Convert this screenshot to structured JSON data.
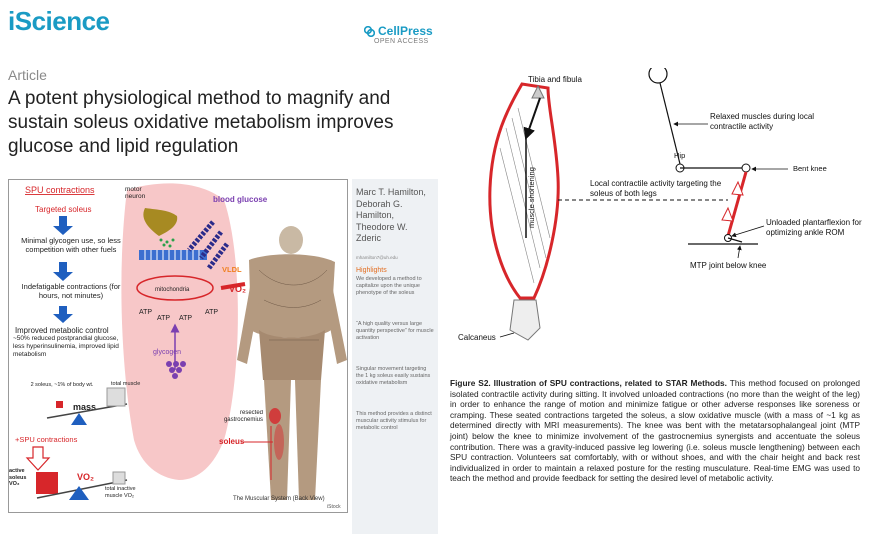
{
  "header": {
    "journal": "iScience",
    "publisher": "CellPress",
    "publisher_sub": "OPEN ACCESS",
    "article_type": "Article",
    "title": "A potent physiological method to magnify and sustain soleus oxidative metabolism improves glucose and lipid regulation"
  },
  "graphical_abstract": {
    "spu_title": "SPU contractions",
    "targeted": "Targeted soleus",
    "point1": "Minimal glycogen use, so less competition with other fuels",
    "point2": "Indefatigable contractions (for hours, not minutes)",
    "point3": "Improved metabolic control",
    "point3_detail": "~50% reduced postprandial glucose, less hyperinsulinemia, improved lipid metabolism",
    "soleus_mass": "2 soleus, ~1% of body wt.",
    "mass_label": "mass",
    "total_muscle": "total muscle",
    "spu_plus": "+SPU contractions",
    "active_soleus": "active soleus VO₂",
    "vo2_big": "VO₂",
    "total_inactive": "total inactive muscle VO₂",
    "motor_neuron": "motor neuron",
    "blood_glucose": "blood glucose",
    "vldl": "VLDL",
    "vo2_mito": "VO₂",
    "mitochondria": "mitochondria",
    "atp": "ATP",
    "glycogen": "glycogen",
    "resected": "resected gastrocnemius",
    "soleus": "soleus",
    "muscular_system": "The Muscular System (Back View)",
    "istock": "iStock",
    "colors": {
      "red": "#d7262a",
      "blue": "#1f5fbf",
      "muscle_pink": "#f7c7c8",
      "purple": "#7a3fb0",
      "orange": "#f08020"
    }
  },
  "sidebar": {
    "authors": "Marc T. Hamilton, Deborah G. Hamilton, Theodore W. Zderic",
    "email": "mhamilton7@uh.edu",
    "highlights_title": "Highlights",
    "highlights": [
      "We developed a method to capitalize upon the unique phenotype of the soleus",
      "“A high quality versus large quantity perspective” for muscle activation",
      "Singular movement targeting the 1 kg soleus easily sustains oxidative metabolism",
      "This method provides a distinct muscular activity stimulus for metabolic control"
    ]
  },
  "figure_s2": {
    "tibia": "Tibia and fibula",
    "muscle_shortening": "muscle shortening",
    "calcaneus": "Calcaneus",
    "relaxed": "Relaxed muscles during local contractile activity",
    "hip": "Hip",
    "bent_knee": "Bent knee",
    "local_activity": "Local contractile activity targeting the soleus of both legs",
    "plantarflexion": "Unloaded plantarflexion for optimizing ankle ROM",
    "mtp": "MTP joint below knee",
    "caption_bold": "Figure S2. Illustration of SPU contractions, related to STAR Methods.",
    "caption_text": "This method focused on prolonged isolated contractile activity during sitting. It involved unloaded contractions (no more than the weight of the leg) in order to enhance the range of motion and minimize fatigue or other adverse responses like soreness or cramping. These seated contractions targeted the soleus, a slow oxidative muscle (with a mass of ~1 kg as determined directly with MRI measurements). The knee was bent with the metatarsophalangeal joint (MTP joint) below the knee to minimize involvement of the gastrocnemius synergists and accentuate the soleus contribution. There was a gravity-induced passive leg lowering (i.e. soleus muscle lengthening) between each SPU contraction. Volunteers sat comfortably, with or without shoes, and with the chair height and back rest individualized in order to maintain a relaxed posture for the resting musculature. Real-time EMG was used to teach the method and provide feedback for setting the desired level of metabolic activity."
  }
}
